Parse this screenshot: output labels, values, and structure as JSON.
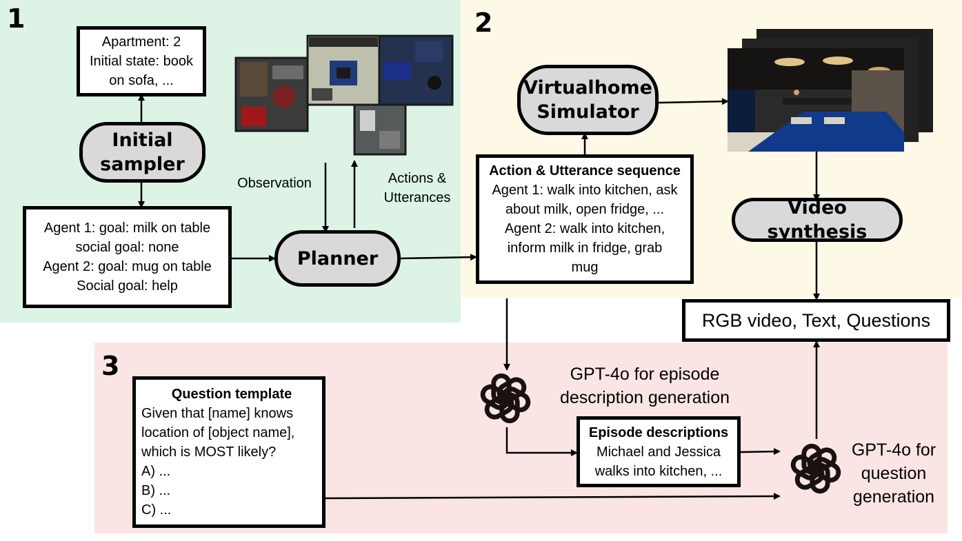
{
  "regions": {
    "r1_number": "1",
    "r2_number": "2",
    "r3_number": "3"
  },
  "initial_state_box": {
    "lines": [
      "Apartment: 2",
      "Initial state: book",
      "on sofa, ..."
    ]
  },
  "initial_sampler": {
    "lines": [
      "Initial",
      "sampler"
    ]
  },
  "agent_goals_box": {
    "lines": [
      "Agent 1: goal: milk on table",
      "social goal: none",
      "Agent 2: goal: mug on table",
      "Social goal: help"
    ]
  },
  "planner": {
    "label": "Planner"
  },
  "observation_label": "Observation",
  "actions_label": {
    "lines": [
      "Actions &",
      "Utterances"
    ]
  },
  "action_sequence_box": {
    "title": "Action & Utterance sequence",
    "lines": [
      "Agent 1: walk into kitchen, ask",
      "about milk, open fridge, ...",
      "Agent 2: walk into kitchen,",
      "inform milk in fridge, grab",
      "mug"
    ]
  },
  "virtualhome": {
    "lines": [
      "Virtualhome",
      "Simulator"
    ]
  },
  "video_synthesis": {
    "label": "Video synthesis"
  },
  "output_box": {
    "label": "RGB video, Text, Questions"
  },
  "question_template": {
    "title": "Question template",
    "lines": [
      "Given that [name] knows",
      "location of [object name],",
      "which is MOST likely?",
      "A) ...",
      "B) ...",
      "C) ..."
    ]
  },
  "gpt_episode_label": {
    "lines": [
      "GPT-4o for episode",
      "description generation"
    ]
  },
  "episode_descriptions": {
    "title": "Episode descriptions",
    "lines": [
      "Michael and Jessica",
      "walks into kitchen, ..."
    ]
  },
  "gpt_question_label": {
    "lines": [
      "GPT-4o for",
      "question",
      "generation"
    ]
  },
  "icons": [
    "openai-logo-icon",
    "floorplan-image",
    "rendered-scene-image"
  ],
  "colors": {
    "region1_bg": "#dcf3e6",
    "region2_bg": "#fdf9e6",
    "region3_bg": "#fbe4e4",
    "pill_fill": "#d9d9d9"
  }
}
